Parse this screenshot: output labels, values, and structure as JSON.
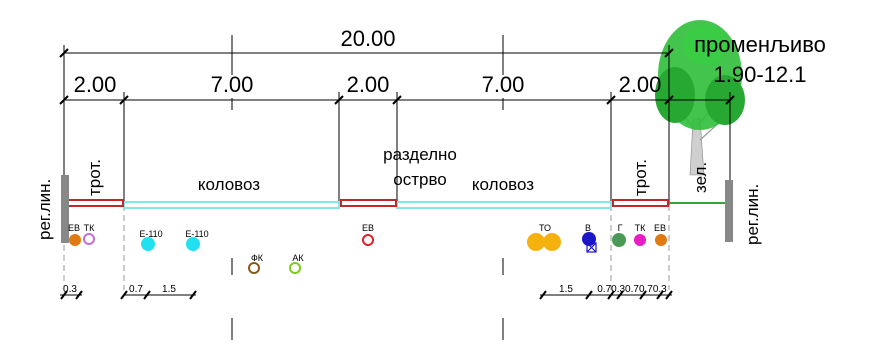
{
  "dimensions": {
    "total": "20.00",
    "segments": [
      "2.00",
      "7.00",
      "2.00",
      "7.00",
      "2.00"
    ],
    "variable_label": "променљиво",
    "variable_value": "1.90-12.1"
  },
  "labels": {
    "reg_lin_left": "рег.лин.",
    "reg_lin_right": "рег.лин.",
    "trot_left": "трот.",
    "trot_right": "трот.",
    "kolovoz_left": "коловоз",
    "kolovoz_right": "коловоз",
    "razdelno": "разделно",
    "ostrvo": "острво",
    "zel": "зел."
  },
  "utilities": {
    "ev_left": "ЕВ",
    "tk_left": "ТК",
    "e110_a": "Е-110",
    "e110_b": "Е-110",
    "fk": "ФК",
    "ak": "АК",
    "ev_mid": "ЕВ",
    "to": "ТО",
    "v": "В",
    "g": "Г",
    "tk_right": "ТК",
    "ev_right": "ЕВ"
  },
  "offsets": {
    "left_0_3": "0.3",
    "left_0_7": "0.7",
    "left_1_5": "1.5",
    "right_1_5": "1.5",
    "right_chain": "0.70.30.70.70.3"
  },
  "colors": {
    "road": "#7fe6ea",
    "curb": "#c0282d",
    "green_strip": "#3aa23a",
    "tree": "#2fbf3a",
    "orange": "#e07a10",
    "cyan": "#21e0f0",
    "brown": "#8b5a18",
    "lime": "#7ccc1d",
    "red": "#e4202a",
    "gold": "#f5b10e",
    "blue": "#1b16c8",
    "green_g": "#4a9a55",
    "magenta": "#e81ec4",
    "violet": "#c070d0",
    "gray": "#888888"
  },
  "icons": [
    "tree-icon"
  ]
}
